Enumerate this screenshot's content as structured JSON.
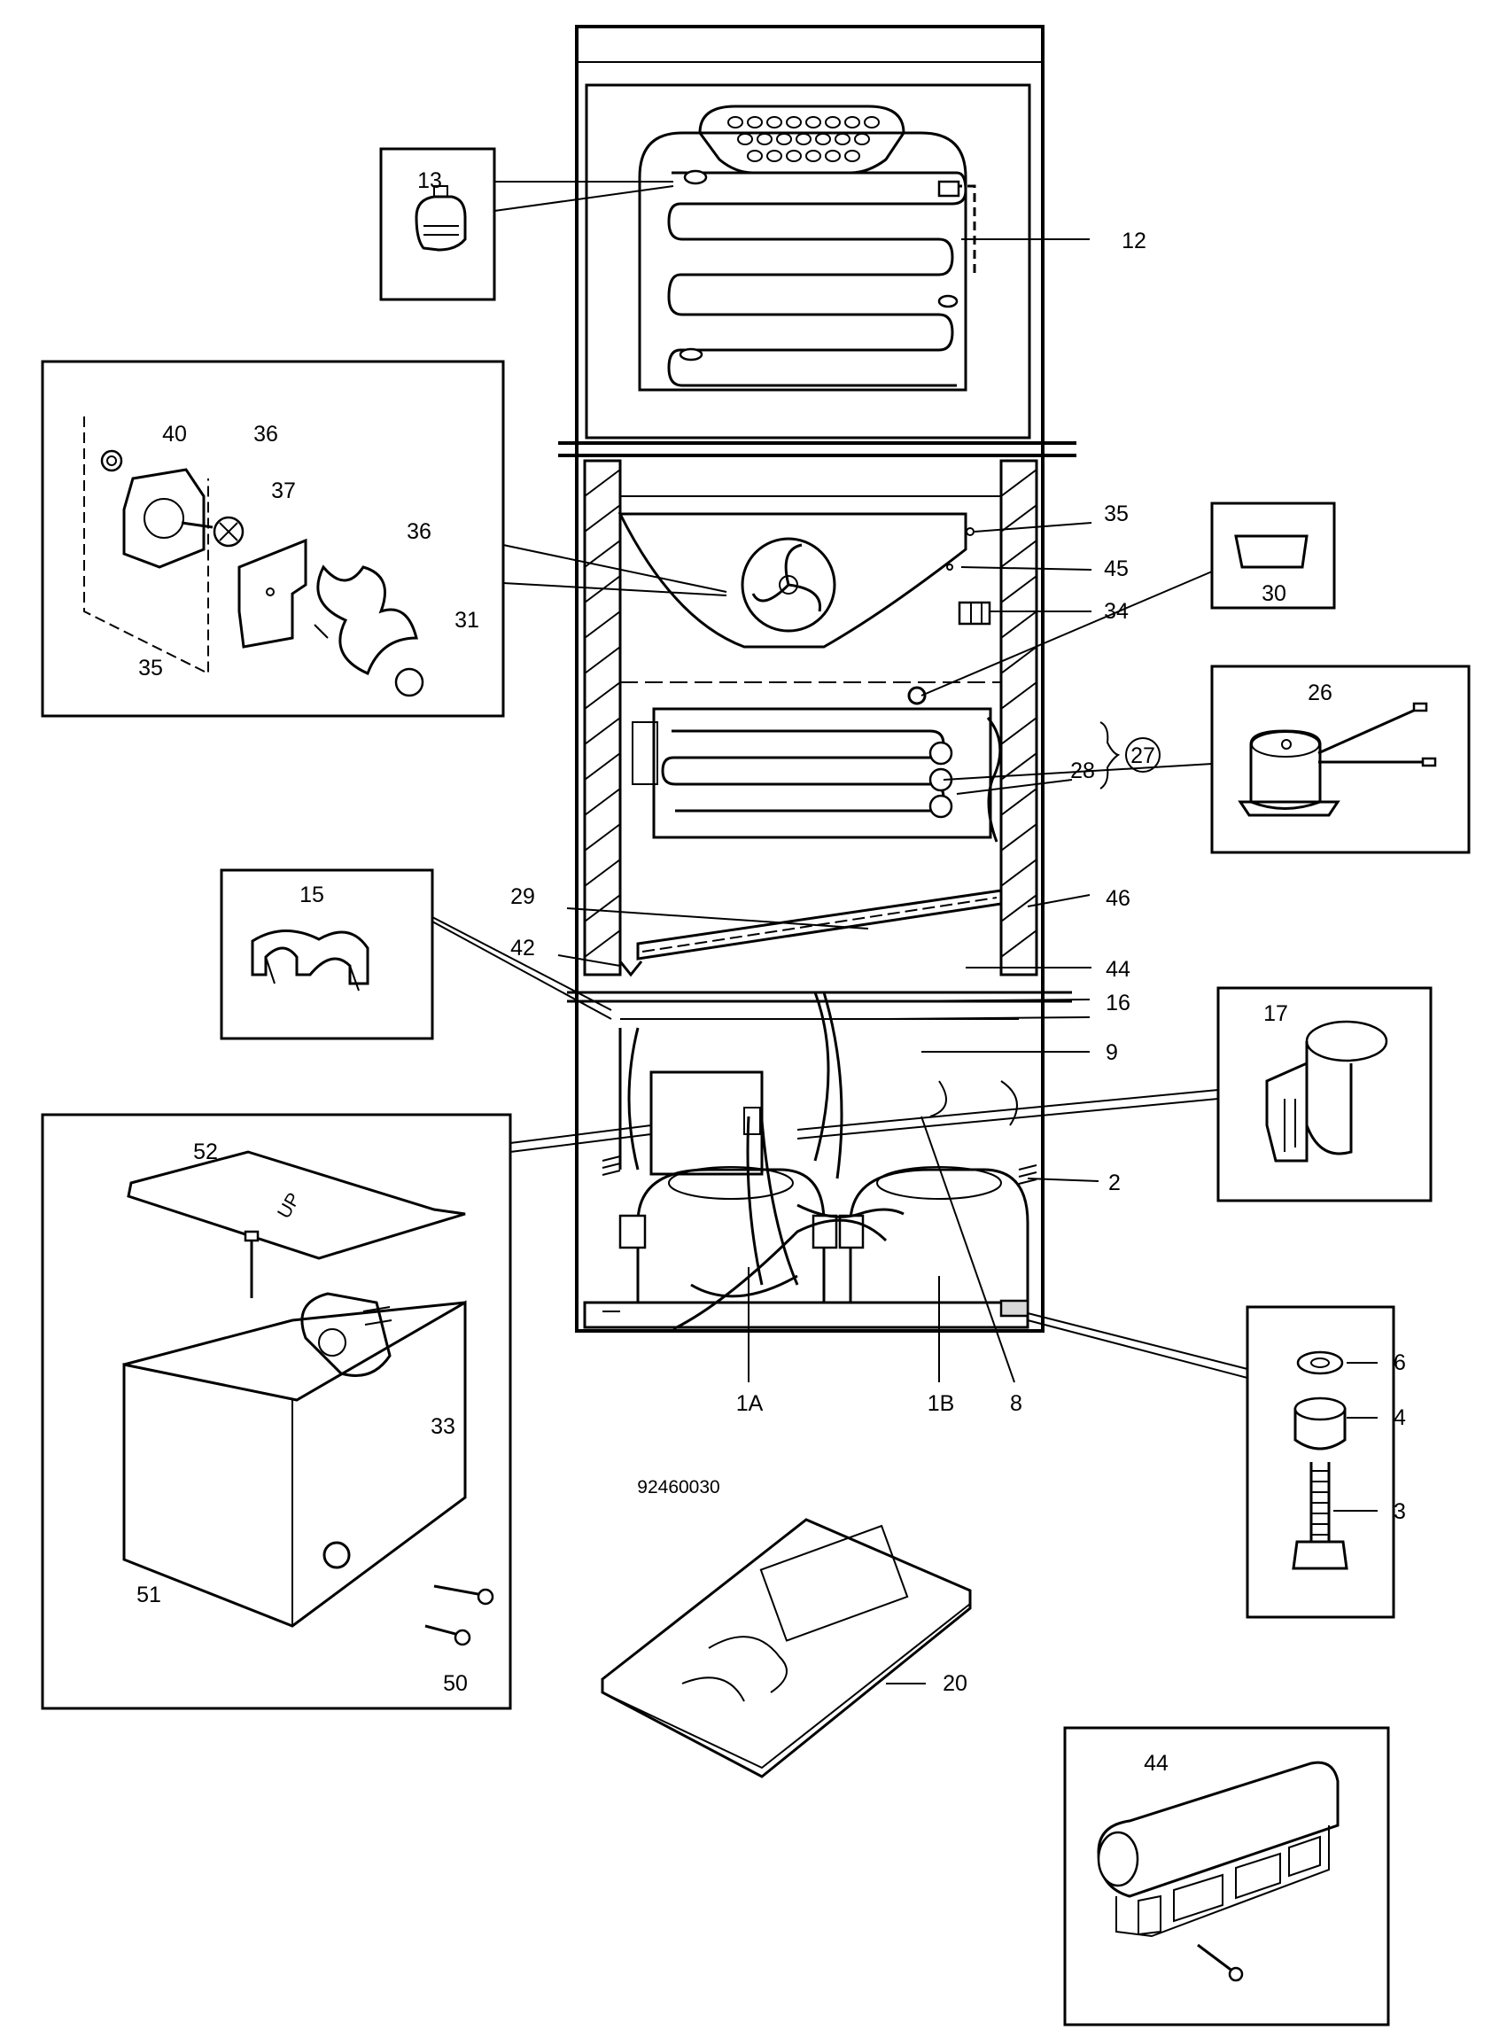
{
  "drawing_number": "92460030",
  "callouts": [
    {
      "id": "13",
      "text": "13"
    },
    {
      "id": "12",
      "text": "12"
    },
    {
      "id": "40",
      "text": "40"
    },
    {
      "id": "36a",
      "text": "36"
    },
    {
      "id": "37",
      "text": "37"
    },
    {
      "id": "36b",
      "text": "36"
    },
    {
      "id": "31",
      "text": "31"
    },
    {
      "id": "35a",
      "text": "35"
    },
    {
      "id": "35b",
      "text": "35"
    },
    {
      "id": "45",
      "text": "45"
    },
    {
      "id": "34",
      "text": "34"
    },
    {
      "id": "30",
      "text": "30"
    },
    {
      "id": "26",
      "text": "26"
    },
    {
      "id": "27",
      "text": "27"
    },
    {
      "id": "28",
      "text": "28"
    },
    {
      "id": "15",
      "text": "15"
    },
    {
      "id": "29",
      "text": "29"
    },
    {
      "id": "46",
      "text": "46"
    },
    {
      "id": "42",
      "text": "42"
    },
    {
      "id": "44a",
      "text": "44"
    },
    {
      "id": "16",
      "text": "16"
    },
    {
      "id": "9",
      "text": "9"
    },
    {
      "id": "17",
      "text": "17"
    },
    {
      "id": "2",
      "text": "2"
    },
    {
      "id": "52",
      "text": "52"
    },
    {
      "id": "33",
      "text": "33"
    },
    {
      "id": "1A",
      "text": "1A"
    },
    {
      "id": "1B",
      "text": "1B"
    },
    {
      "id": "8",
      "text": "8"
    },
    {
      "id": "6",
      "text": "6"
    },
    {
      "id": "4",
      "text": "4"
    },
    {
      "id": "3",
      "text": "3"
    },
    {
      "id": "51",
      "text": "51"
    },
    {
      "id": "50",
      "text": "50"
    },
    {
      "id": "20",
      "text": "20"
    },
    {
      "id": "44b",
      "text": "44"
    }
  ],
  "stamp_text": "UP"
}
